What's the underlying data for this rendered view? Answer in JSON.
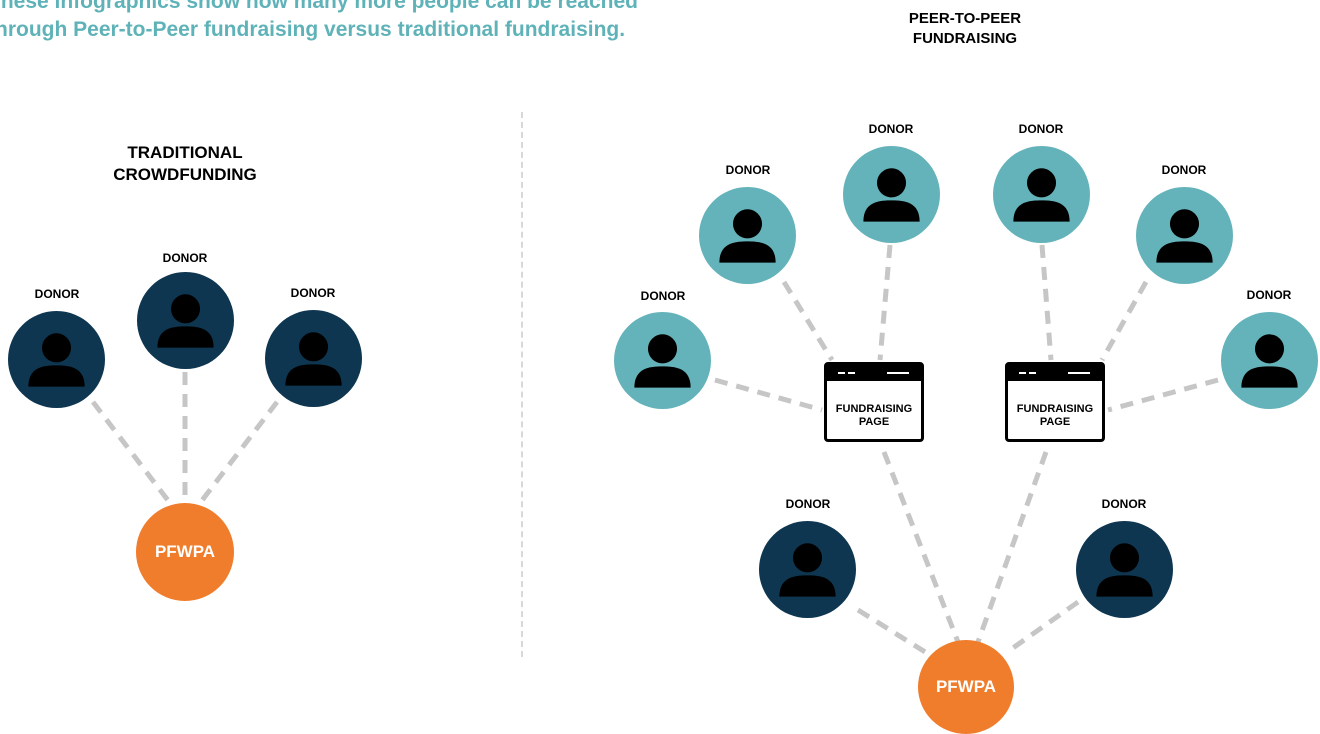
{
  "intro": {
    "line1": "These infographics show how many more people can be reached",
    "line2": "through Peer-to-Peer fundraising versus traditional fundraising."
  },
  "traditional": {
    "title_line1": "TRADITIONAL",
    "title_line2": "CROWDFUNDING",
    "donor_label": "DONOR",
    "org_label": "PFWPA"
  },
  "peer": {
    "title_line1": "PEER-TO-PEER",
    "title_line2": "FUNDRAISING",
    "donor_label": "DONOR",
    "page_line1": "FUNDRAISING",
    "page_line2": "PAGE",
    "org_label": "PFWPA"
  },
  "colors": {
    "teal": "#65b3ba",
    "navy": "#0e3650",
    "orange": "#ef7d2c",
    "intro_text": "#5fb3b8",
    "connector": "#c6c6c6"
  },
  "icons": {
    "donor": "person-icon",
    "page": "browser-window-icon"
  }
}
